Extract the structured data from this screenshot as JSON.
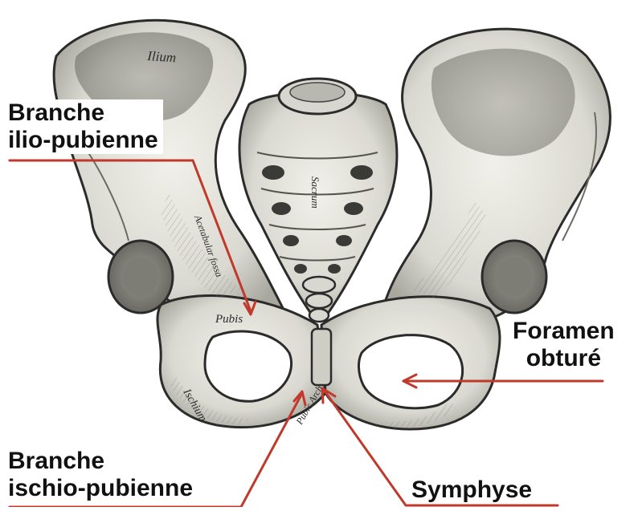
{
  "labels": {
    "branche_ilio_line1": "Branche",
    "branche_ilio_line2": "ilio-pubienne",
    "branche_ischio_line1": "Branche",
    "branche_ischio_line2": "ischio-pubienne",
    "foramen_line1": "Foramen",
    "foramen_line2": "obturé",
    "symphyse": "Symphyse"
  },
  "engraving": {
    "ilium": "Ilium",
    "sacrum": "Sacrum",
    "pubis": "Pubis",
    "ischium": "Ischium",
    "pubic_arch": "Pubic Arch",
    "acetabulum_fossa": "Acetabular fossa"
  },
  "colors": {
    "leader_line": "#c0392b",
    "bone_fill": "#e4e3dc",
    "bone_shade": "#9a9990",
    "bone_outline": "#2b2b2b",
    "label_text": "#111111"
  }
}
